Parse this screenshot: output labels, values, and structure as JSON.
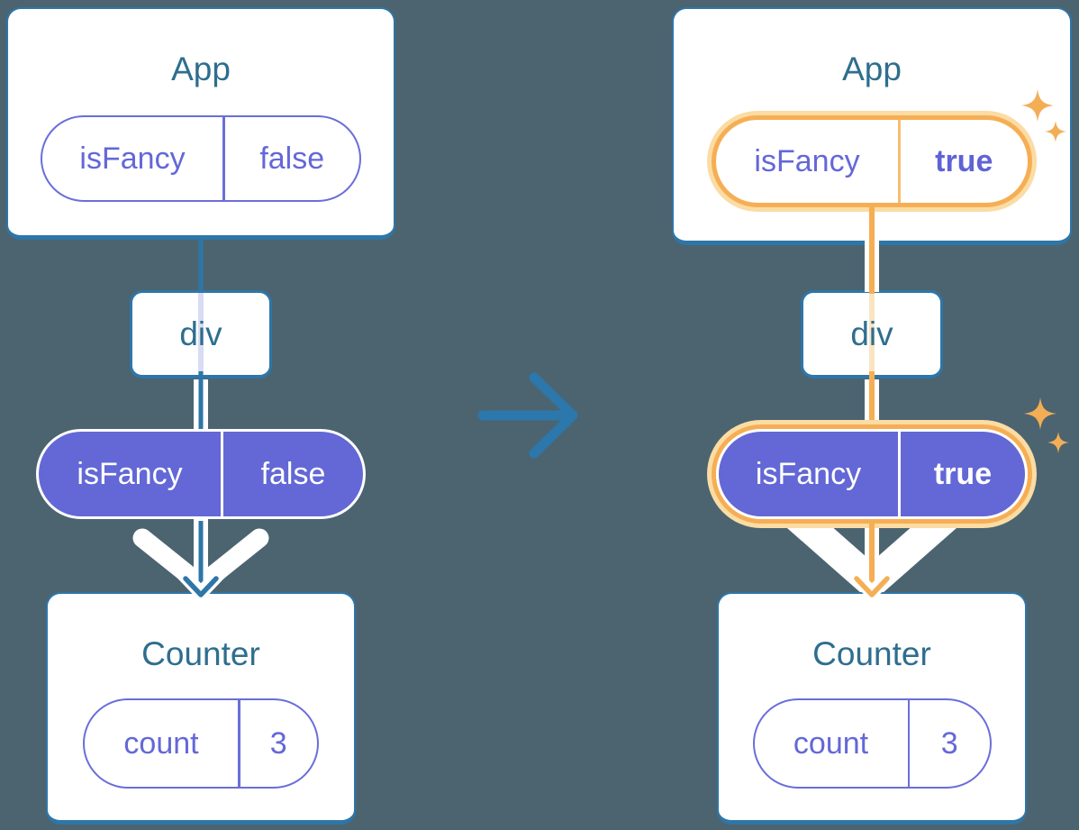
{
  "colors": {
    "background": "#4B6470",
    "card_border_blue": "#2E76A8",
    "title_teal": "#2E6E8E",
    "purple_text": "#6468D8",
    "purple_fill": "#6368D6",
    "purple_outline": "#6A6EDA",
    "highlight_orange": "#F6AE54",
    "highlight_halo": "#FBDCA4",
    "faint_purple_line": "#D8DCF2",
    "faint_orange_line": "#FBE4C2",
    "arrow_blue": "#2C77AB",
    "white": "#FFFFFF"
  },
  "left_tree": {
    "app": {
      "title": "App",
      "prop": {
        "name": "isFancy",
        "value": "false"
      }
    },
    "div_node": {
      "label": "div"
    },
    "passed_prop": {
      "name": "isFancy",
      "value": "false"
    },
    "counter": {
      "title": "Counter",
      "state": {
        "name": "count",
        "value": "3"
      }
    }
  },
  "right_tree": {
    "app": {
      "title": "App",
      "prop": {
        "name": "isFancy",
        "value": "true"
      }
    },
    "div_node": {
      "label": "div"
    },
    "passed_prop": {
      "name": "isFancy",
      "value": "true"
    },
    "counter": {
      "title": "Counter",
      "state": {
        "name": "count",
        "value": "3"
      }
    }
  }
}
